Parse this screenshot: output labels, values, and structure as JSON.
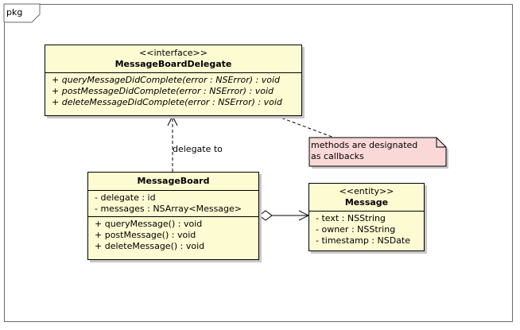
{
  "package": {
    "label": "pkg"
  },
  "interface_class": {
    "stereotype": "<<interface>>",
    "name": "MessageBoardDelegate",
    "operations": [
      "+ queryMessageDidComplete(error : NSError) : void",
      "+ postMessageDidComplete(error : NSError) : void",
      "+ deleteMessageDidComplete(error : NSError) : void"
    ]
  },
  "message_board_class": {
    "name": "MessageBoard",
    "attributes": [
      "- delegate : id",
      "- messages : NSArray<Message>"
    ],
    "operations": [
      "+ queryMessage() : void",
      "+ postMessage() : void",
      "+ deleteMessage() : void"
    ]
  },
  "message_class": {
    "stereotype": "<<entity>>",
    "name": "Message",
    "attributes": [
      "- text : NSString",
      "- owner : NSString",
      "- timestamp : NSDate"
    ]
  },
  "note": {
    "line1": "methods are designated",
    "line2": "as callbacks"
  },
  "relations": {
    "delegate_label": "delegate to"
  },
  "colors": {
    "class_fill": "#fdfbd2",
    "note_fill": "#fbd8d8",
    "shadow": "#c9c9c9"
  }
}
